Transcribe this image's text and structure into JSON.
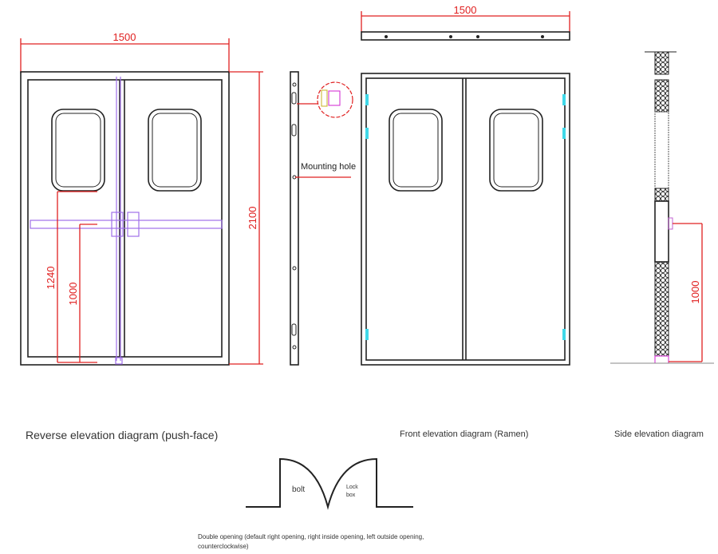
{
  "reverse_view": {
    "width_label": "1500",
    "height_label": "2100",
    "handle_height_label": "1240",
    "bar_height_label": "1000",
    "caption": "Reverse elevation diagram (push-face)"
  },
  "profile_view": {
    "callout": "Mounting hole"
  },
  "front_view": {
    "top_width_label": "1500",
    "caption": "Front elevation diagram (Ramen)"
  },
  "side_view": {
    "height_label": "1000",
    "caption": "Side elevation diagram"
  },
  "opening_diagram": {
    "left_label": "bolt",
    "right_label_line1": "Lock",
    "right_label_line2": "box",
    "note_line1": "Double opening (default right opening, right inside opening, left outside opening,",
    "note_line2": "counterclockwise)"
  },
  "colors": {
    "dimension": "#e02020",
    "panic_bar": "#a070e8",
    "hinge": "#40d8e8"
  }
}
